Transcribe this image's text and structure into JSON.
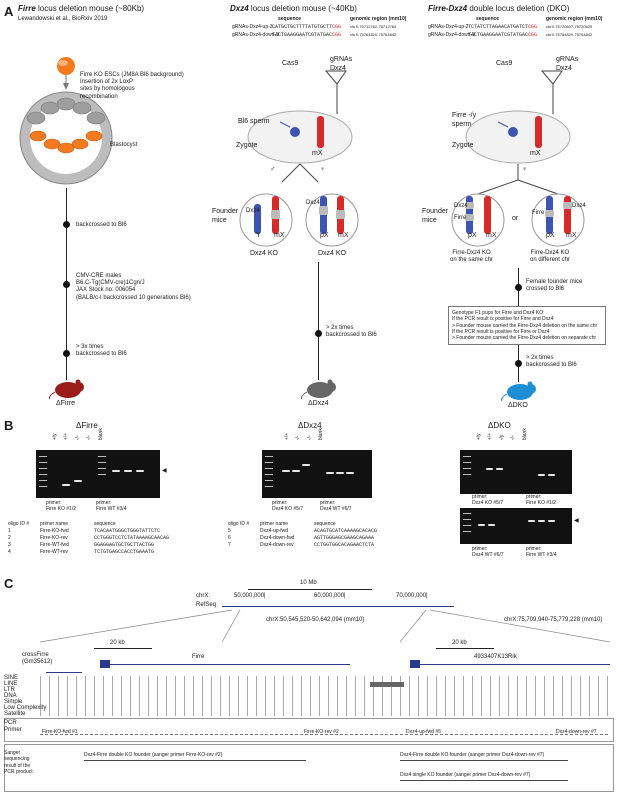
{
  "panelA": {
    "label": "A",
    "col1": {
      "title_bold": "Firre",
      "title_rest": " locus deletion mouse (~80Kb)",
      "citation": "Lewandowski et al., BioRxiv 2019",
      "esc_text": "Firre KO ESCs (JM8A Bl6 background)\nInsertion of 2x LoxP\nsites by homologous\nrecombination",
      "blastocyst": "Blastocyst",
      "step1": "backcrossed to Bl6",
      "step2": "CMV-CRE males\nB6.C-Tg(CMV-cre)1Cgn/J\nJAX Stock no: 006054\n(BALB/c-I backcrossed 10 generations Bl6)",
      "step3": "> 3x times\nbackcrossed to Bl6",
      "result": "ΔFirre"
    },
    "col2": {
      "title_bold": "Dxz4",
      "title_rest": " locus deletion mouse (~40Kb)",
      "hdr_sequence": "sequence",
      "hdr_region": "genomic region (mm10)",
      "grnas": [
        {
          "name": "gRNAs-Dxz4-up-3",
          "seq": "CATGCTGCTTTTATGTGCTT",
          "pam": "CGG",
          "region": "chrX:75712762-75712784"
        },
        {
          "name": "gRNAs-Dxz4-down-3",
          "seq": "TACTGAAGGAATCGTATGAC",
          "pam": "CGG",
          "region": "chrX:75764820-75764842"
        }
      ],
      "cas9": "Cas9",
      "grna_label": "gRNAs\nDxz4",
      "sperm": "Bl6 sperm",
      "zygote": "Zygote",
      "mX": "mX",
      "founder": "Founder\nmice",
      "male_chr": [
        "Dxz4",
        "Y",
        "mX"
      ],
      "female_chr": [
        "Dxz4",
        "pX",
        "mX"
      ],
      "male_ko": "Dxz4 KO",
      "female_ko": "Dxz4 KO",
      "step": "> 2x times\nbackcrossed to Bl6",
      "result": "ΔDxz4"
    },
    "col3": {
      "title_bold": "Firre-Dxz4",
      "title_rest": " double locus deletion (DKO)",
      "hdr_sequence": "sequence",
      "hdr_region": "genomic region (mm10)",
      "grnas": [
        {
          "name": "gRNAs-Dxz4-up-2",
          "seq": "TCTATCTTAGAACATGATCT",
          "pam": "CGG",
          "region": "chrX:75720607-75720629"
        },
        {
          "name": "gRNAs-Dxz4-down-3",
          "seq": "TACTGAAGGAATCGTATGAC",
          "pam": "CGG",
          "region": "chrX:75764820-75764842"
        }
      ],
      "cas9": "Cas9",
      "grna_label": "gRNAs\nDxz4",
      "sperm": "Firre -/y\nsperm",
      "zygote": "Zygote",
      "mX": "mX",
      "founder": "Founder\nmice",
      "or": "or",
      "left_chr": [
        "Dxz4",
        "Firre",
        "pX",
        "mX"
      ],
      "right_chr": [
        "Firre",
        "Dxz4",
        "pX",
        "mX"
      ],
      "left_ko": "Firre-Dxz4 KO\non the same chr",
      "right_ko": "Firre-Dxz4 KO\non different chr",
      "step1": "Female founder mice\ncrossed to Bl6",
      "genotype_box": "Genotype F1 pups for Firre and Dxz4 KO:\nIf the PCR result is positive for Firre and Dxz4\n> Founder mouse carried the Firre-Dxz4 deletion on the same chr\nIf the PCR result is positive for Firre or Dxz4\n> Founder mouse carried the Firre-Dxz4 deletion on separate chr",
      "step2": "> 2x times\nbackcrossed to Bl6",
      "result": "ΔDKO"
    }
  },
  "panelB": {
    "label": "B",
    "firre": {
      "title": "ΔFirre",
      "lanes": [
        "+/y",
        "+/+",
        "-/-",
        "-/-",
        "blank"
      ],
      "primers": [
        "primer:\nFirre KO #1/2",
        "primer:\nFirre WT #3/4"
      ],
      "table_headers": [
        "oligo ID #",
        "primer name",
        "sequence"
      ],
      "rows": [
        [
          "1",
          "Firre-KO-fwd",
          "TCACAATGGGCTGGGTATTCTC"
        ],
        [
          "2",
          "Firre-KO-rev",
          "CCTGGGTCCTCTATAAAAGCAACAG"
        ],
        [
          "3",
          "Firre-WT-fwd",
          "GGAGGAGTGCTGCTTACTGG"
        ],
        [
          "4",
          "Firre-WT-rev",
          "TCTGTGAGCCACCTGAAATG"
        ]
      ]
    },
    "dxz4": {
      "title": "ΔDxz4",
      "lanes": [
        "+/+",
        "-/-",
        "-/-",
        "blank"
      ],
      "primers": [
        "primer:\nDxz4 KO #5/7",
        "primer:\nDxz4 WT #6/7"
      ],
      "table_headers": [
        "oligo ID #",
        "primer name",
        "sequence"
      ],
      "rows": [
        [
          "5",
          "Dxz4-up-fwd",
          "ACAGTGCATCAAAAGCACACG"
        ],
        [
          "6",
          "Dxz4-down-fwd",
          "AGTTGGGAGCGAAGCAGAAA"
        ],
        [
          "7",
          "Dxz4-down-rev",
          "CCTGGTGGCACAGAACTCTA"
        ]
      ]
    },
    "dko": {
      "title": "ΔDKO",
      "lanes": [
        "+/y",
        "+/+",
        "-/y",
        "-/-",
        "blank"
      ],
      "primers": [
        "primer:\nDxz4 KO #5/7",
        "primer:\nFirre KO #1/2",
        "primer:\nDxz4 WT #6/7",
        "primer:\nFirre WT #3/4"
      ]
    }
  },
  "panelC": {
    "label": "C",
    "scale_top": "10 Mb",
    "chrX": "chrX:",
    "ticks": [
      "50,000,000|",
      "60,000,000|",
      "70,000,000|"
    ],
    "refseq": "RefSeq",
    "region_left": "chrX:50,545,520-50,642,094 (mm10)",
    "region_right": "chrX:75,709,940-75,779,228 (mm10)",
    "scale_left": "20 kb",
    "scale_right": "20 kb",
    "gene_crossfirre": "crossFirre\n(Gm35612)",
    "gene_firre": "Firre",
    "gene_right": "4933407K13Rik",
    "repeat_tracks": [
      "SINE",
      "LINE",
      "LTR",
      "DNA",
      "Simple",
      "Low Complexity",
      "Satellite"
    ],
    "pcr_label": "PCR\nPrimer",
    "primers_left": [
      "Firre-KO-fwd #1",
      "Firre-KO-rev #2"
    ],
    "primers_right": [
      "Dxz4-up-fwd #5",
      "Dxz4-down-rev #7"
    ],
    "sanger_label": "Sanger\nsequencing\nresult of the\nPCR product",
    "sanger_left": "Dxz4-Firre double KO founder (sanger primer Firre-KO-rev #2)",
    "sanger_right1": "Dxz4-Firre double KO founder (sanger primer Dxz4-down-rev #7)",
    "sanger_right2": "Dxz4 single KO founder (sanger primer Dxz4-down-rev #7)"
  }
}
